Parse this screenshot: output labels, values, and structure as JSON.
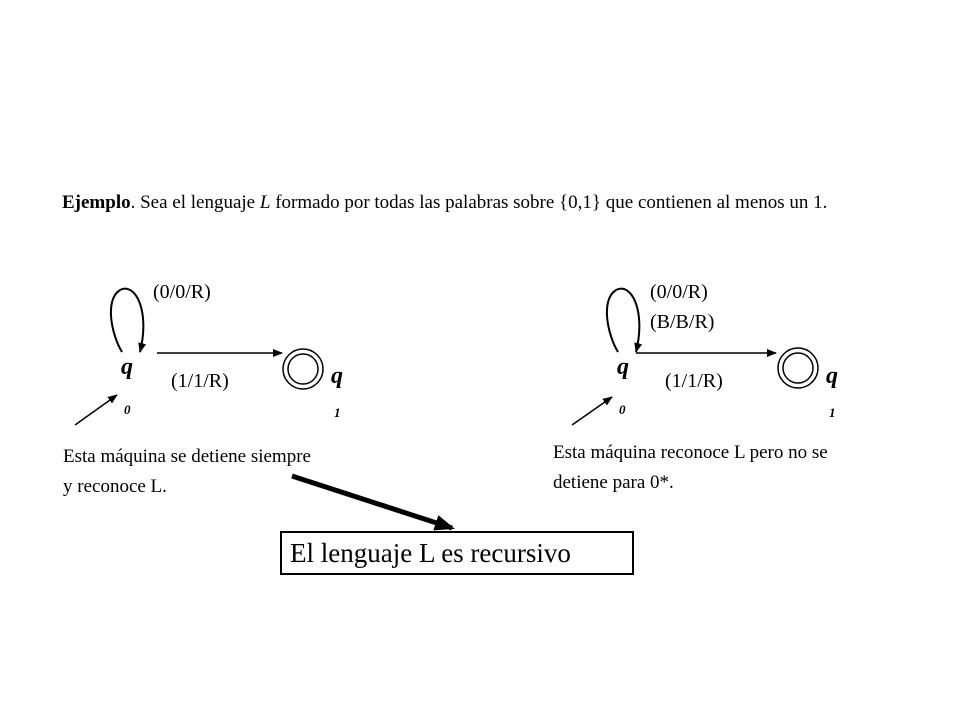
{
  "intro": {
    "bold": "Ejemplo",
    "part1": ". Sea el lenguaje ",
    "lang": "L",
    "part2": " formado por todas las palabras sobre {0,1} que contienen al menos un 1."
  },
  "machine_left": {
    "loop_label": "(0/0/R)",
    "transition_label": "(1/1/R)",
    "state_start": "q",
    "state_start_sub": "0",
    "state_final": "q",
    "state_final_sub": "1",
    "description_line1": "Esta máquina se detiene siempre",
    "description_line2": "y reconoce L."
  },
  "machine_right": {
    "loop_label_1": "(0/0/R)",
    "loop_label_2": "(B/B/R)",
    "transition_label": "(1/1/R)",
    "state_start": "q",
    "state_start_sub": "0",
    "state_final": "q",
    "state_final_sub": "1",
    "description_line1": "Esta máquina reconoce L pero no se",
    "description_line2": "detiene para 0*."
  },
  "conclusion": "El lenguaje L es recursivo"
}
